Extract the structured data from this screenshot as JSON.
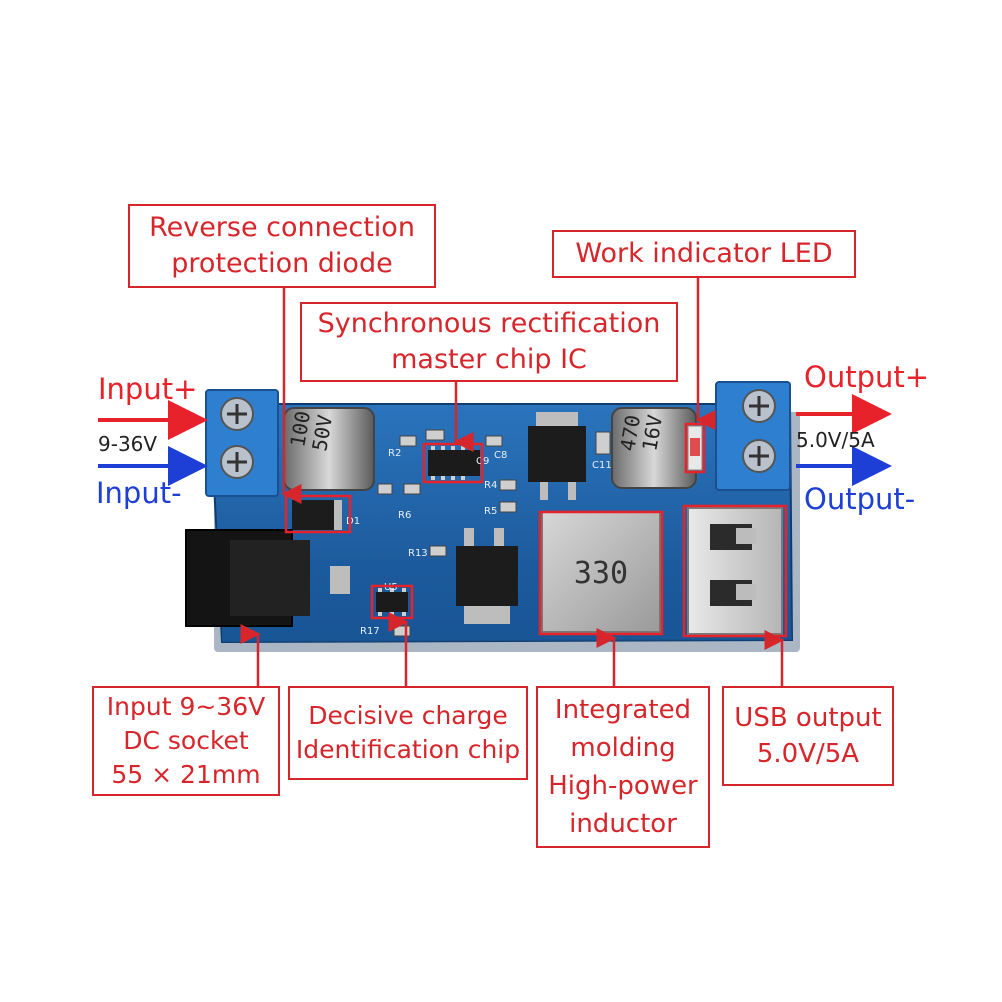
{
  "callouts": {
    "reverse_diode": [
      "Reverse connection",
      "protection diode"
    ],
    "sync_ic": [
      "Synchronous rectification",
      "master chip IC"
    ],
    "work_led": [
      "Work indicator LED"
    ],
    "dc_socket": [
      "Input 9~36V",
      "DC socket",
      "55 × 21mm"
    ],
    "charge_chip": [
      "Decisive charge",
      "Identification chip"
    ],
    "inductor": [
      "Integrated",
      "molding",
      "High-power",
      "inductor"
    ],
    "usb_output": [
      "USB output",
      "5.0V/5A"
    ]
  },
  "side_labels": {
    "input_plus": "Input+",
    "input_voltage": "9-36V",
    "input_minus": "Input-",
    "output_plus": "Output+",
    "output_voltage": "5.0V/5A",
    "output_minus": "Output-"
  },
  "board_markings": {
    "cap_left": [
      "100",
      "50V"
    ],
    "cap_right": [
      "470",
      "16V"
    ],
    "inductor_value": "330",
    "silk": [
      "R2",
      "C8",
      "R4",
      "R5",
      "R6",
      "C9",
      "C11",
      "D1",
      "R13",
      "U5",
      "R17"
    ]
  },
  "colors": {
    "callout_red": "#d7262b",
    "arrow_red": "#e8222a",
    "arrow_blue": "#1e3fd6",
    "pcb_blue": "#1f63a8",
    "terminal_blue": "#2f7fd0"
  }
}
